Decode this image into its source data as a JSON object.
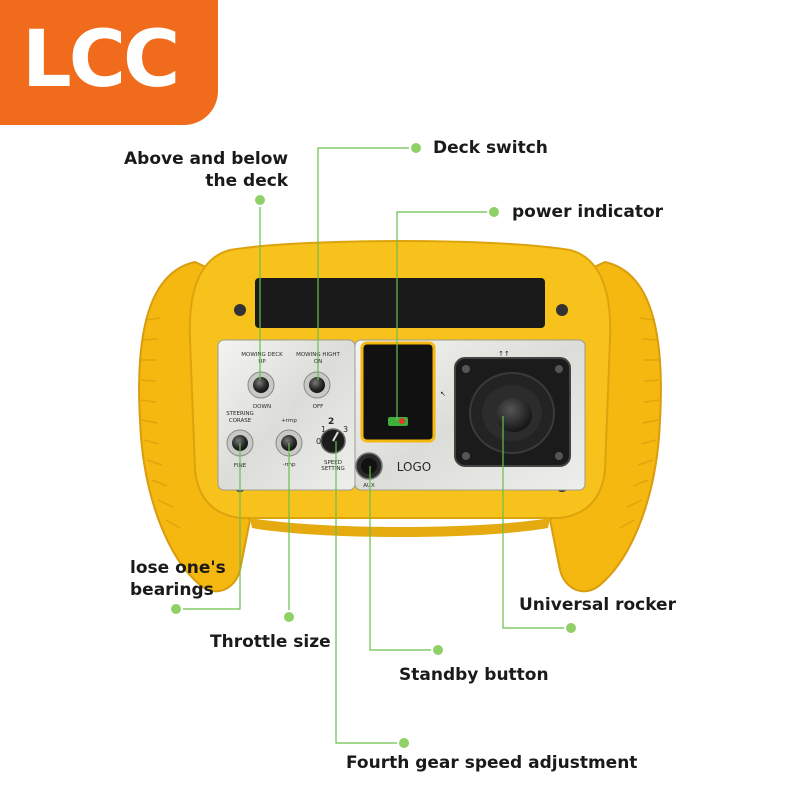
{
  "brand": {
    "logo_text": "LCC",
    "color": "#f06b1c"
  },
  "callouts": {
    "above_below_deck": {
      "line1": "Above and below",
      "line2": "the deck"
    },
    "deck_switch": "Deck switch",
    "power_indicator": "power indicator",
    "lose_bearings": {
      "line1": "lose one's",
      "line2": "bearings"
    },
    "throttle_size": "Throttle size",
    "universal_rocker": "Universal rocker",
    "standby_button": "Standby button",
    "fourth_gear": "Fourth gear speed adjustment"
  },
  "panel": {
    "mowing_deck_title": "MOWING DECK",
    "up": "UP",
    "down": "DOWN",
    "mowing_height_title": "MOWING HIGHT",
    "on": "ON",
    "off": "OFF",
    "steering_line1": "STEERING",
    "steering_line2": "CORASE",
    "fine": "FINE",
    "plus_rmp": "+rmp",
    "minus_rmp": "-rmp",
    "gear_0": "0",
    "gear_1": "1",
    "gear_2": "2",
    "gear_3": "3",
    "speed_line1": "SPEED",
    "speed_line2": "SETTING",
    "logo": "LOGO",
    "aux": "AUX"
  },
  "colors": {
    "housing": "#f7c21b",
    "housing_dark": "#e0a812",
    "accent_dot": "#7bc74d",
    "leader": "#55b33a",
    "plate": "#e9e9e6"
  }
}
